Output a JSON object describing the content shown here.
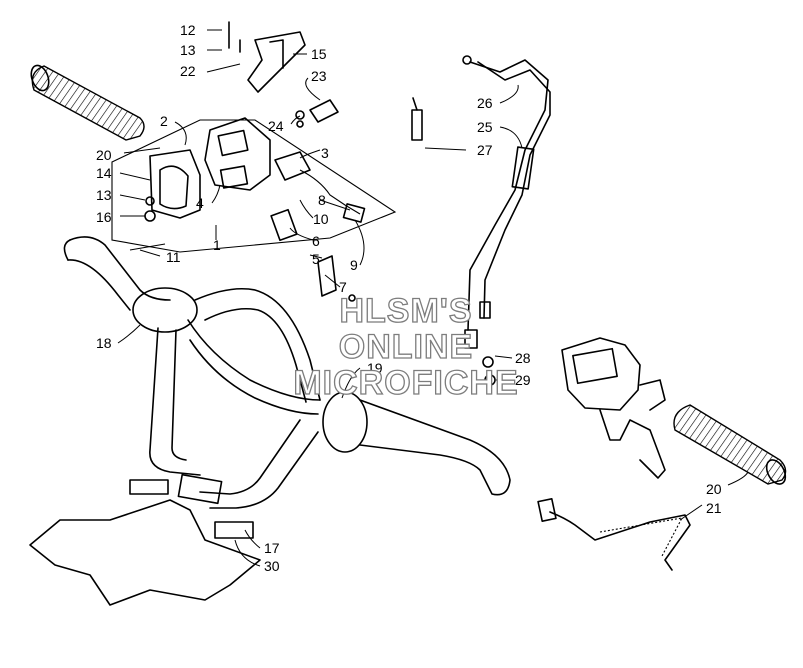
{
  "diagram": {
    "callouts": {
      "c12": "12",
      "c13a": "13",
      "c22": "22",
      "c15": "15",
      "c23": "23",
      "c24": "24",
      "c2": "2",
      "c3": "3",
      "c20a": "20",
      "c14": "14",
      "c13b": "13",
      "c16": "16",
      "c4": "4",
      "c8": "8",
      "c10": "10",
      "c6": "6",
      "c11": "11",
      "c1": "1",
      "c5": "5",
      "c9": "9",
      "c7": "7",
      "c26": "26",
      "c25": "25",
      "c27": "27",
      "c18": "18",
      "c19": "19",
      "c28": "28",
      "c29": "29",
      "c20b": "20",
      "c21": "21",
      "c17": "17",
      "c30": "30"
    },
    "watermark": {
      "line1": "HLSM'S",
      "line2": "ONLINE",
      "line3": "MICROFICHE"
    }
  }
}
